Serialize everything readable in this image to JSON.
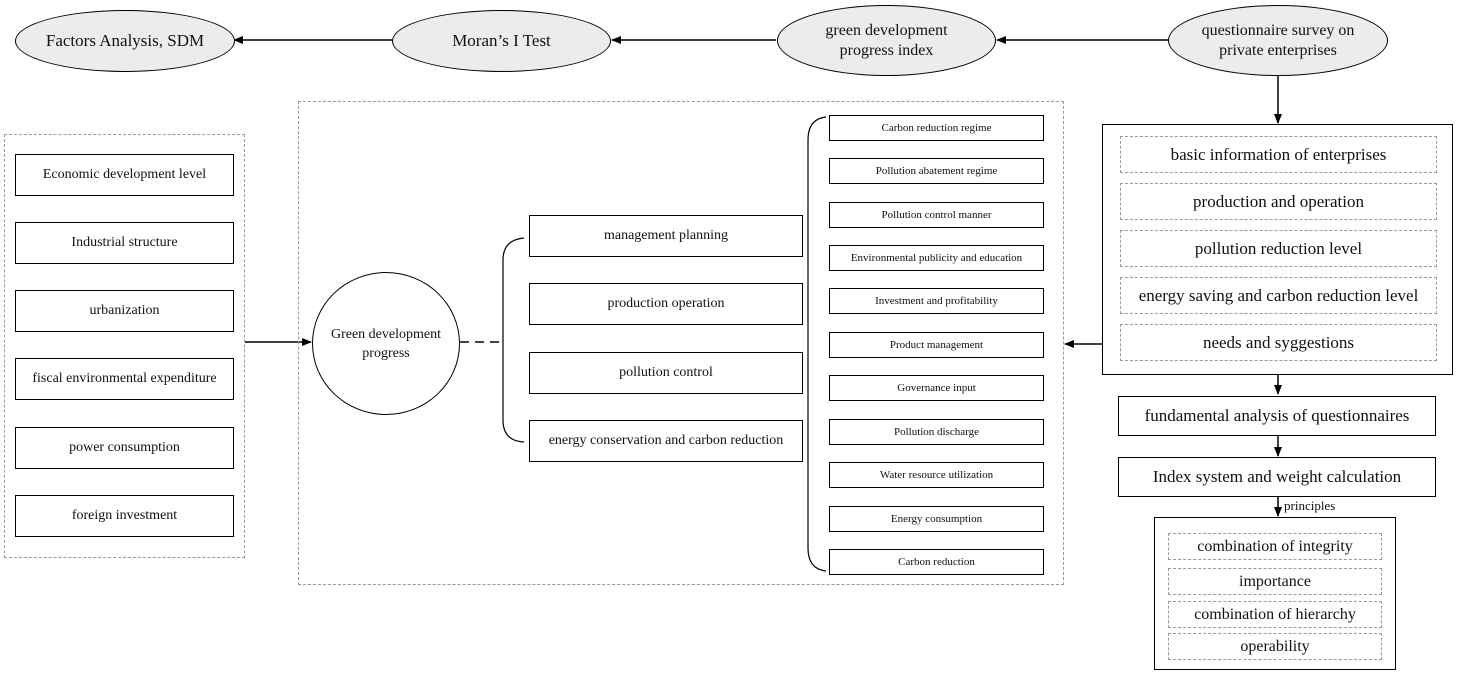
{
  "top_flow": {
    "factors_sdm": "Factors Analysis, SDM",
    "morans_test": "Moran’s I Test",
    "gdpi": "green development progress index",
    "survey": "questionnaire survey on private enterprises"
  },
  "factors": [
    "Economic development level",
    "Industrial structure",
    "urbanization",
    "fiscal environmental expenditure",
    "power consumption",
    "foreign investment"
  ],
  "center": {
    "label": "Green development progress"
  },
  "dimensions": [
    "management planning",
    "production operation",
    "pollution control",
    "energy conservation and carbon reduction"
  ],
  "indicators": [
    "Carbon reduction regime",
    "Pollution abatement regime",
    "Pollution control manner",
    "Environmental publicity and education",
    "Investment and profitability",
    "Product management",
    "Governance input",
    "Pollution discharge",
    "Water resource utilization",
    "Energy consumption",
    "Carbon reduction"
  ],
  "questionnaire_sections": [
    "basic information of enterprises",
    "production and operation",
    "pollution reduction level",
    "energy saving and carbon reduction level",
    "needs and syggestions"
  ],
  "analysis": {
    "fundamental": "fundamental analysis of questionnaires",
    "index_weight": "Index system and weight calculation",
    "principles_label": "principles"
  },
  "principles": [
    "combination of integrity",
    "importance",
    "combination of hierarchy",
    "operability"
  ],
  "colors": {
    "ellipse_fill": "#ececec",
    "line": "#000000",
    "dashed_border": "#9a9a9a"
  }
}
